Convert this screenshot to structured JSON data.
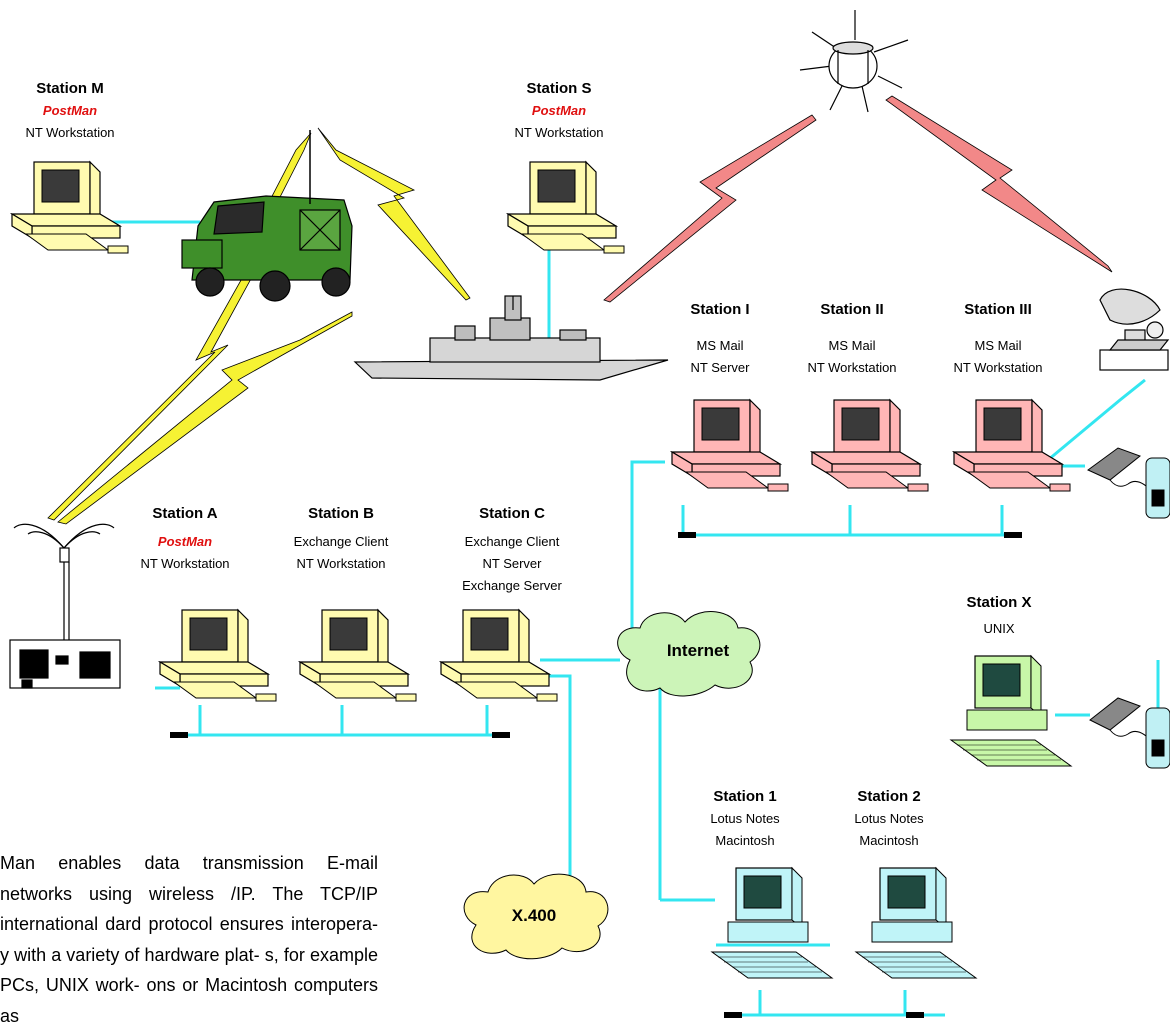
{
  "stations": {
    "m": {
      "name": "Station M",
      "app": "PostMan",
      "os": "NT Workstation"
    },
    "s": {
      "name": "Station S",
      "app": "PostMan",
      "os": "NT Workstation"
    },
    "i": {
      "name": "Station I",
      "app": "MS Mail",
      "os": "NT Server"
    },
    "ii": {
      "name": "Station II",
      "app": "MS Mail",
      "os": "NT Workstation"
    },
    "iii": {
      "name": "Station III",
      "app": "MS Mail",
      "os": "NT Workstation"
    },
    "a": {
      "name": "Station A",
      "app": "PostMan",
      "os": "NT Workstation"
    },
    "b": {
      "name": "Station B",
      "app": "Exchange Client",
      "os": "NT Workstation"
    },
    "c": {
      "name": "Station C",
      "app": "Exchange Client",
      "os": "NT Server",
      "extra": "Exchange Server"
    },
    "x": {
      "name": "Station X",
      "os": "UNIX"
    },
    "one": {
      "name": "Station 1",
      "app": "Lotus Notes",
      "os": "Macintosh"
    },
    "two": {
      "name": "Station 2",
      "app": "Lotus Notes",
      "os": "Macintosh"
    }
  },
  "clouds": {
    "internet": "Internet",
    "x400": "X.400"
  },
  "paragraph": "Man enables data transmission E-mail networks using wireless /IP. The TCP/IP international dard protocol ensures interopera- y with a variety of hardware plat- s, for example PCs, UNIX work- ons or Macintosh computers as",
  "colors": {
    "network": "#33e6f0",
    "radio": "#f0f030",
    "satellite": "#f08a8a",
    "yellow_pc": "#fffbb0",
    "pink_pc": "#ffb6b6",
    "green_pc": "#c8f7a8",
    "cyan_pc": "#c0f4f8",
    "postman": "#e01010"
  }
}
